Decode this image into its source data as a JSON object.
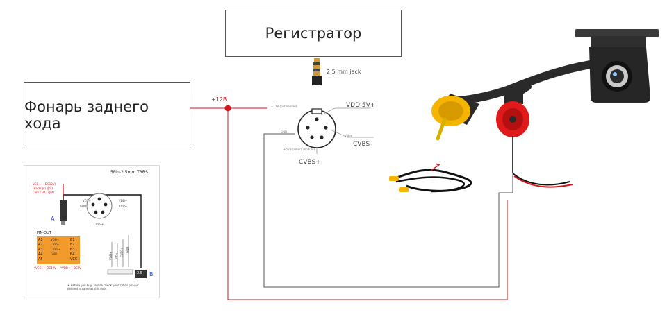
{
  "boxes": {
    "registrator": "Регистратор",
    "reverse_light": "Фонарь заднего хода"
  },
  "labels": {
    "plus12": "+12В",
    "jack": "2.5 mm jack",
    "vdd": "VDD 5V+",
    "cvbs_minus": "CVBS-",
    "cvbs_plus": "CVBS+",
    "tiny_vdd": "+12V (not needed)",
    "tiny_gnd": "GND",
    "tiny_cvbs": "Video",
    "tiny_bottom": "+5V (Camera module)"
  },
  "inset": {
    "title": "5Pin-2.5mm TRRS",
    "vcc_note": "VCC+ (~DC12V)",
    "backup_note": "(Backup Light)",
    "cam_note": "Cam LED Light)",
    "vcc_plus": "VCC+",
    "gnd": "GND",
    "vdd_plus": "VDD+",
    "cvbs_minus": "CVBS-",
    "cvbs_plus": "CVBS+",
    "pinout": "PIN-OUT",
    "rows": [
      {
        "a": "A1",
        "sig": "VDD+",
        "b": "B1"
      },
      {
        "a": "A2",
        "sig": "CVBS-",
        "b": "B2"
      },
      {
        "a": "A3",
        "sig": "CVBS+",
        "b": "B3"
      },
      {
        "a": "A4",
        "sig": "GND",
        "b": "B4"
      },
      {
        "a": "A5",
        "sig": "",
        "b": "VCC+"
      }
    ],
    "foot_left": "*VCC+ ~DC12V",
    "foot_right": "*VDD+ ~DC5V",
    "marker_a": "A",
    "marker_b": "B",
    "plug_size": "2.5",
    "vert_labels": [
      "VDD+",
      "CVBS-",
      "CVBS+",
      "GND"
    ],
    "note": "★ Before you buy, please check your DVR's pin-out defined is same as this one."
  },
  "colors": {
    "red_wire": "#d7141c",
    "black_wire": "#555555",
    "rca_yellow": "#f5b400",
    "rca_red": "#e01a1a",
    "inset_orange": "#f39a2c"
  }
}
